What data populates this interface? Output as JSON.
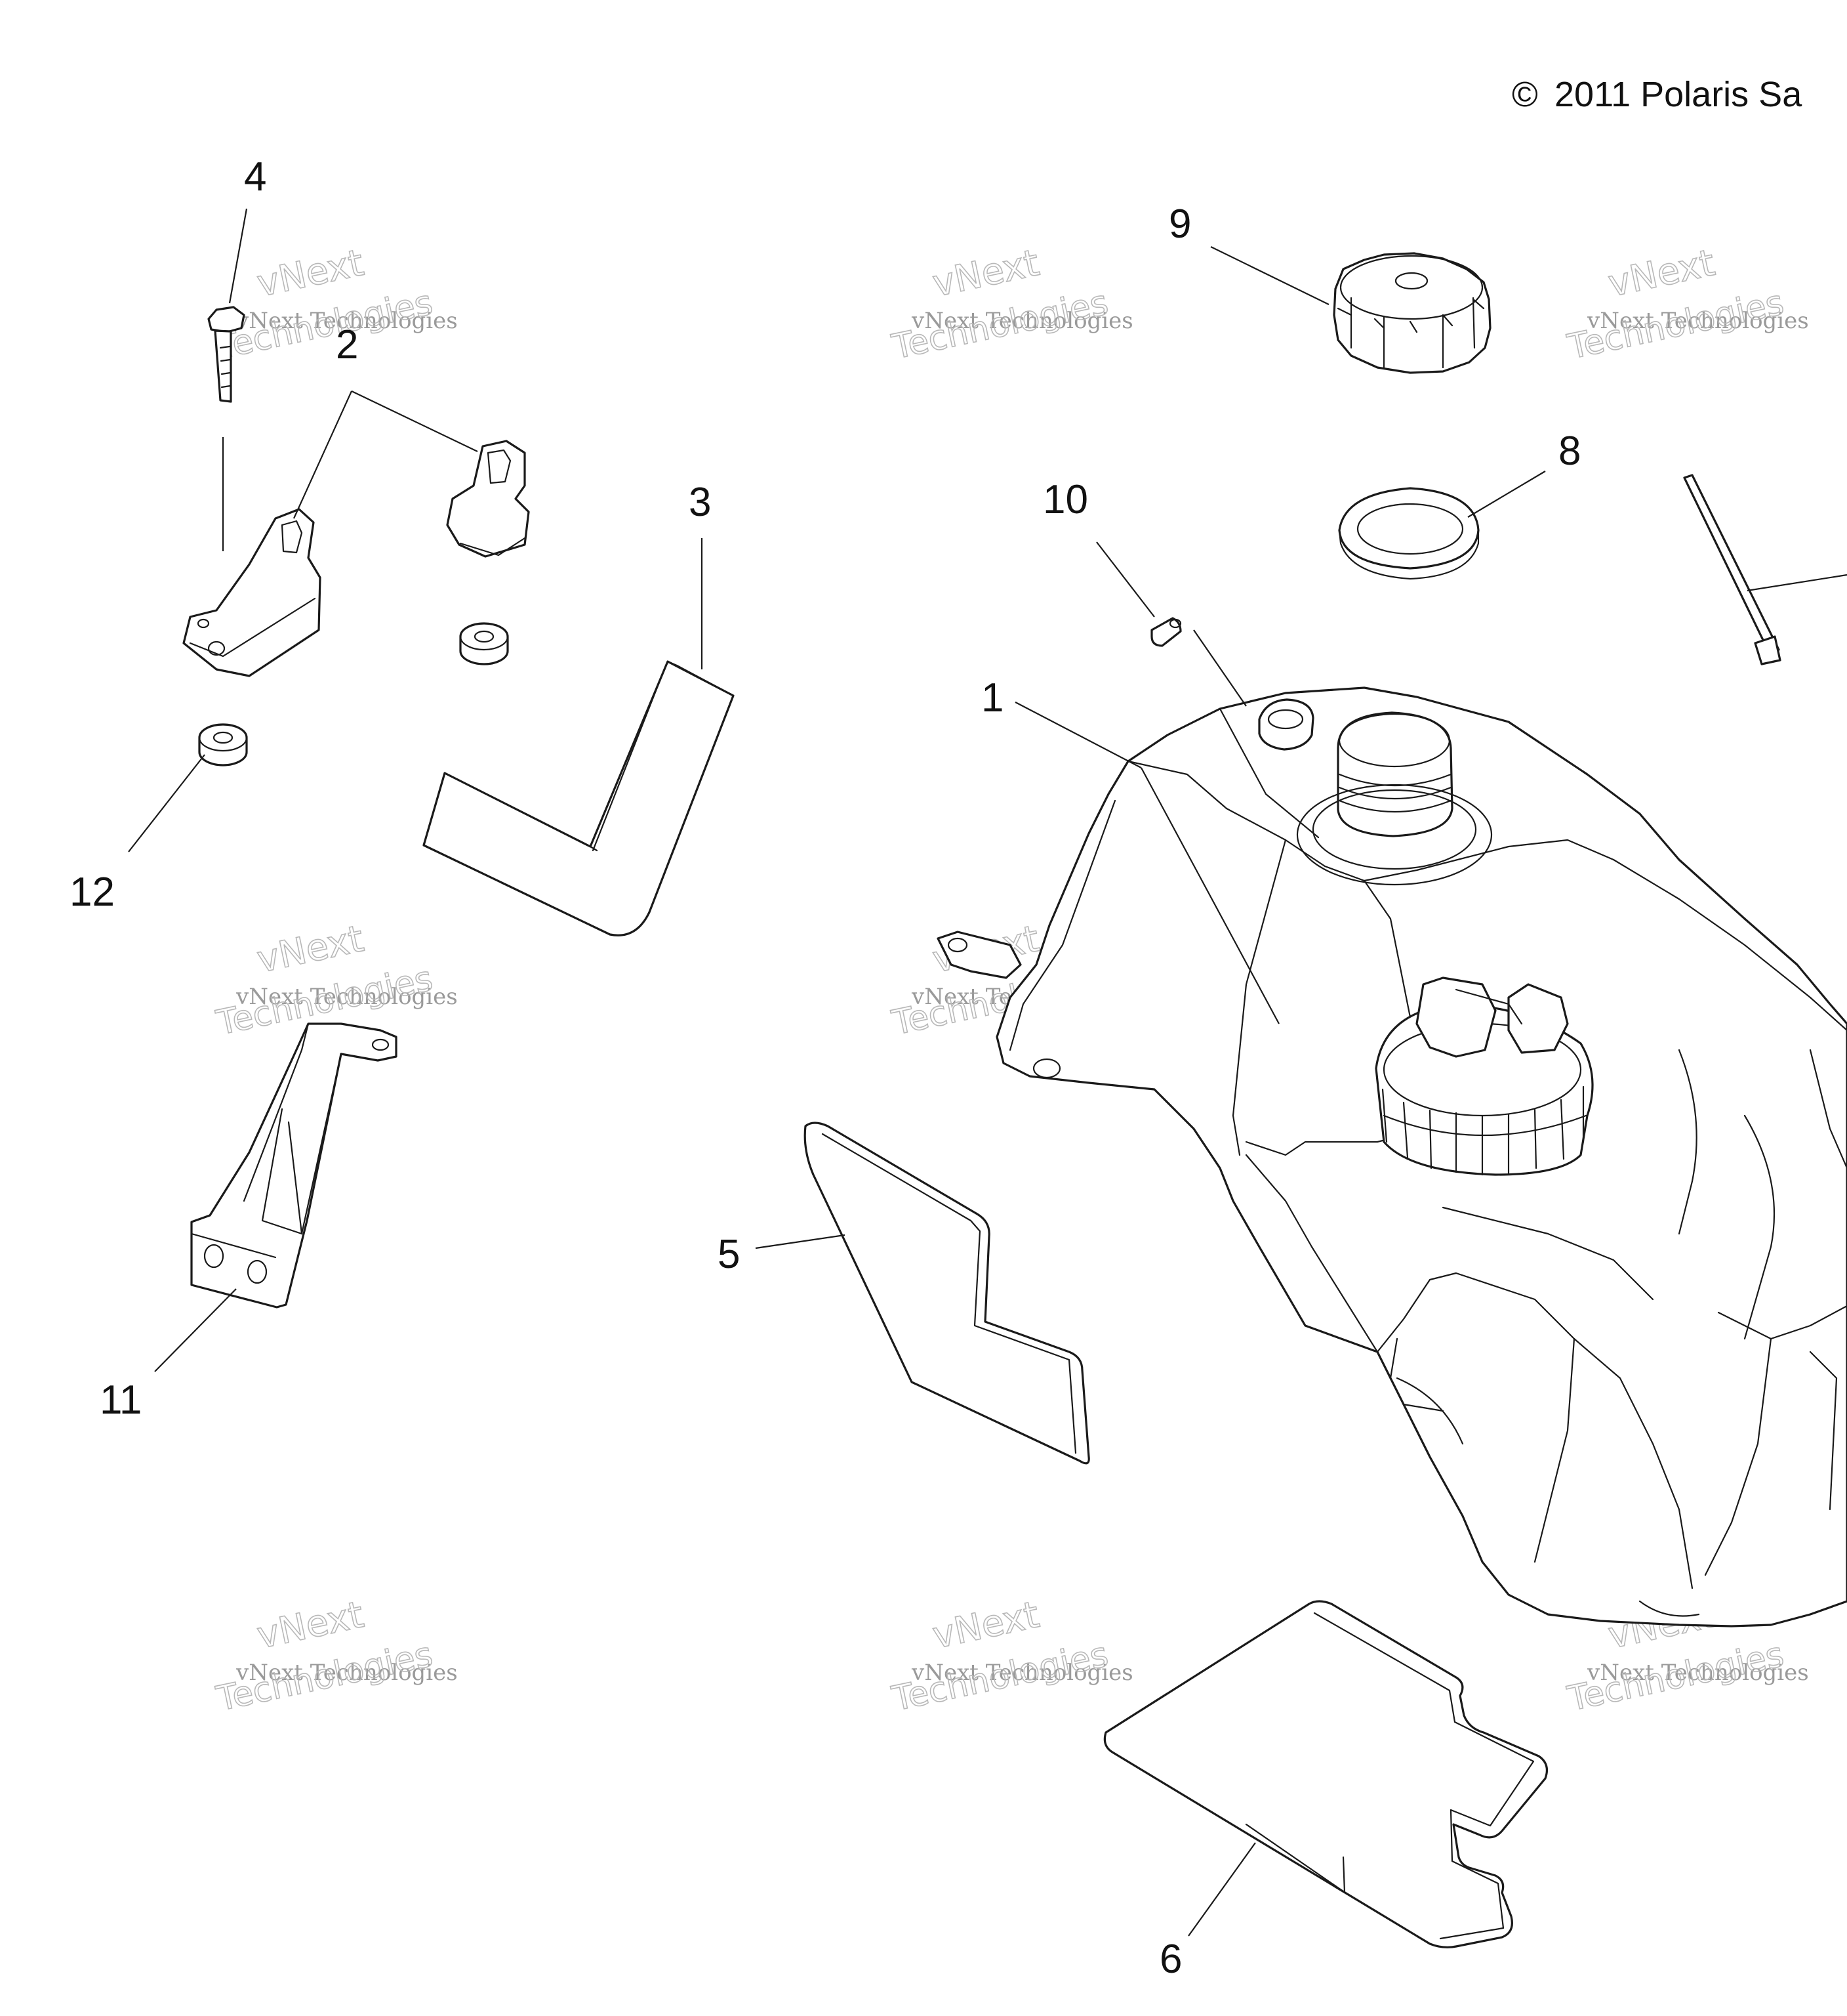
{
  "copyright": {
    "symbol": "©",
    "text": "2011 Polaris Sa"
  },
  "callouts": {
    "c1": "1",
    "c2": "2",
    "c3": "3",
    "c4": "4",
    "c5": "5",
    "c6": "6",
    "c8": "8",
    "c9": "9",
    "c10": "10",
    "c11": "11",
    "c12": "12"
  },
  "watermark": {
    "line1": "vNext Technologies",
    "line2": "vNext",
    "line3": "Technologies"
  }
}
